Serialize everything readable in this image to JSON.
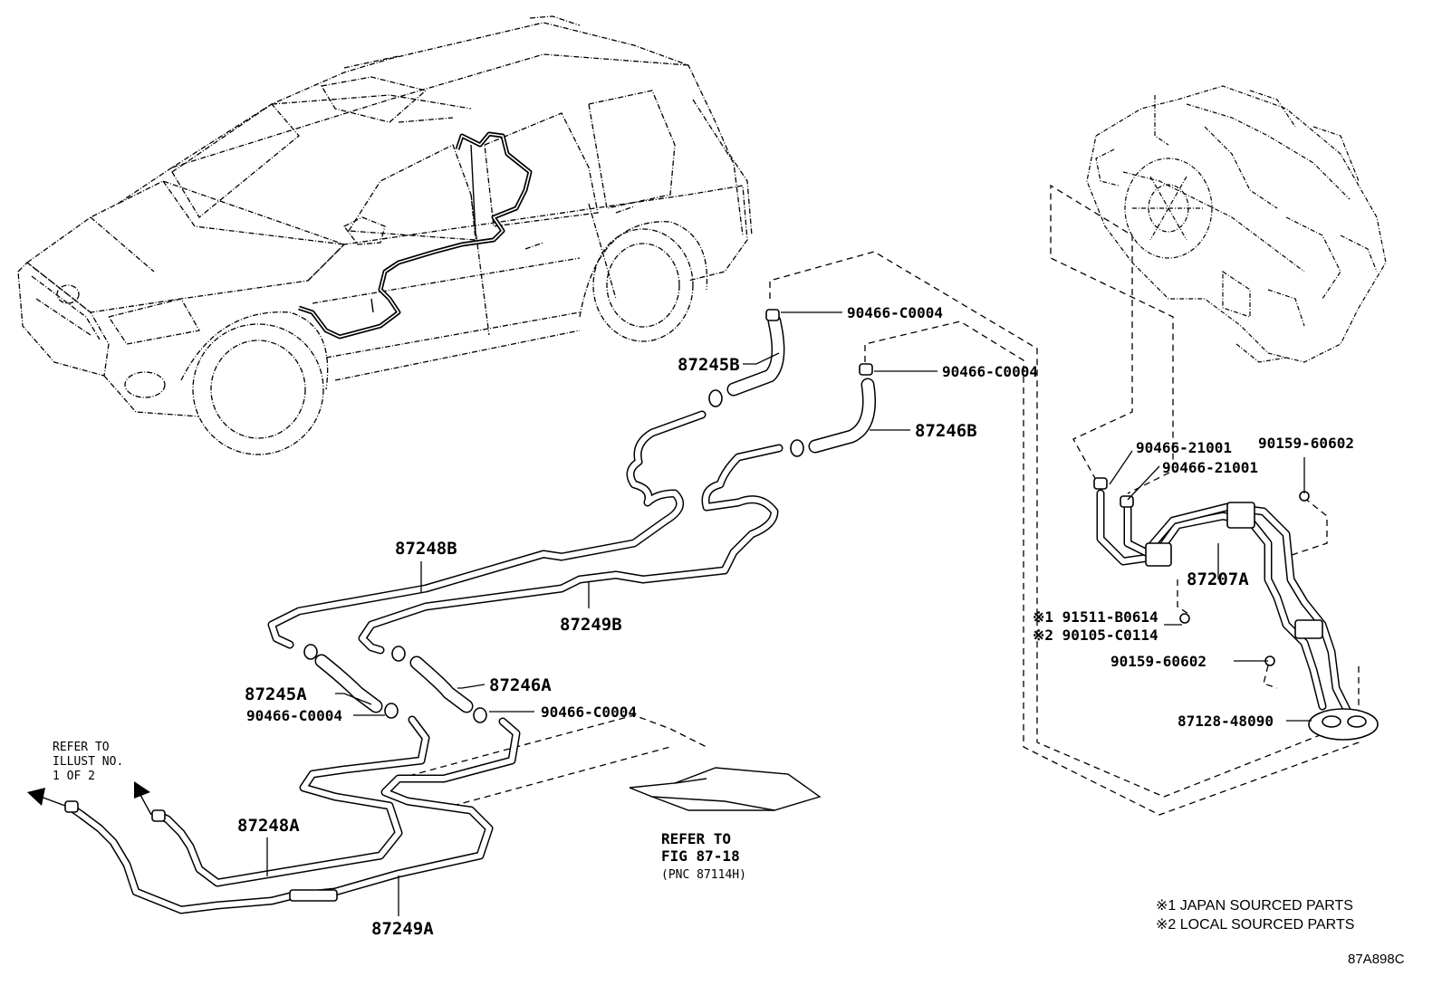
{
  "labels": {
    "p87245B": "87245B",
    "p87246B": "87246B",
    "p87248B": "87248B",
    "p87249B": "87249B",
    "p87245A": "87245A",
    "p87246A": "87246A",
    "p87248A": "87248A",
    "p87249A": "87249A",
    "p87207A": "87207A",
    "clamp_top_1": "90466-C0004",
    "clamp_top_2": "90466-C0004",
    "clamp_low_1": "90466-C0004",
    "clamp_low_2": "90466-C0004",
    "clip_1": "90466-21001",
    "clip_2": "90466-21001",
    "bolt_top": "90159-60602",
    "bolt_mid": "90159-60602",
    "screw_jp": "※1 91511-B0614",
    "screw_local": "※2 90105-C0114",
    "grommet": "87128-48090"
  },
  "refer_illust": {
    "line1": "REFER TO",
    "line2": "ILLUST NO.",
    "line3": "1 OF 2"
  },
  "refer_fig": {
    "line1": "REFER TO",
    "line2": "FIG 87-18",
    "line3": "(PNC 87114H)"
  },
  "notes": {
    "note1": "※1 JAPAN SOURCED PARTS",
    "note2": "※2 LOCAL SOURCED PARTS"
  },
  "illustration_code": "87A898C"
}
